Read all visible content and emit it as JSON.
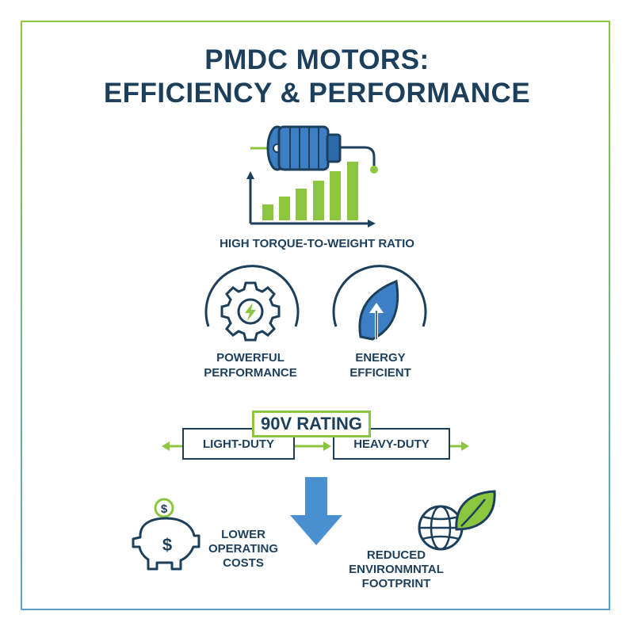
{
  "title": {
    "line1": "PMDC MOTORS:",
    "line2": "EFFICIENCY & PERFORMANCE"
  },
  "features": {
    "torque_label": "HIGH TORQUE-TO-WEIGHT RATIO",
    "performance_label_1": "POWERFUL",
    "performance_label_2": "PERFORMANCE",
    "efficiency_label_1": "ENERGY",
    "efficiency_label_2": "EFFICIENT"
  },
  "rating": {
    "label": "90V RATING",
    "light": "LIGHT-DUTY",
    "heavy": "HEAVY-DUTY"
  },
  "benefits": {
    "costs_1": "LOWER",
    "costs_2": "OPERATING",
    "costs_3": "COSTS",
    "env_1": "REDUCED",
    "env_2": "ENVIRONMNTAL",
    "env_3": "FOOTPRINT"
  },
  "icons": {
    "motor": "motor-icon",
    "gear": "gear-bolt-icon",
    "leaf": "leaf-arrow-icon",
    "piggy": "piggy-bank-icon",
    "globe": "globe-leaf-icon"
  },
  "colors": {
    "navy": "#1c3f5c",
    "green": "#8cc63f",
    "blue": "#4a90d0"
  }
}
